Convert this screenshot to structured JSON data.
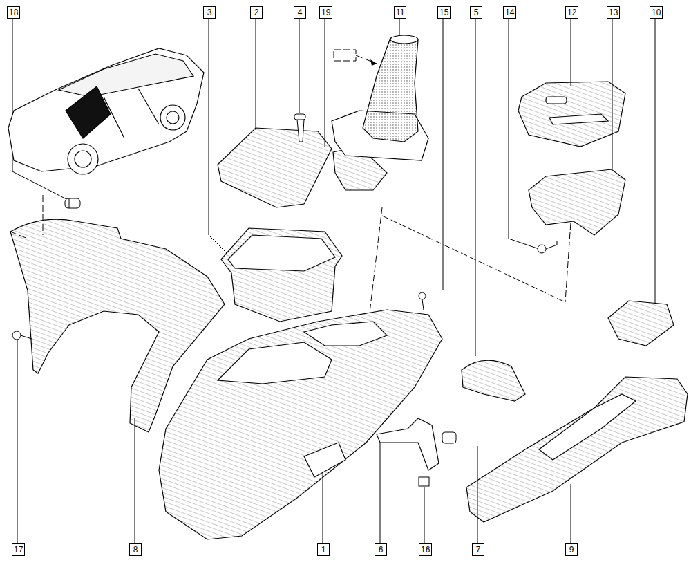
{
  "diagram": {
    "labels": [
      "18",
      "3",
      "2",
      "4",
      "19",
      "11",
      "15",
      "5",
      "14",
      "12",
      "13",
      "10",
      "17",
      "8",
      "1",
      "6",
      "16",
      "7",
      "9"
    ]
  }
}
